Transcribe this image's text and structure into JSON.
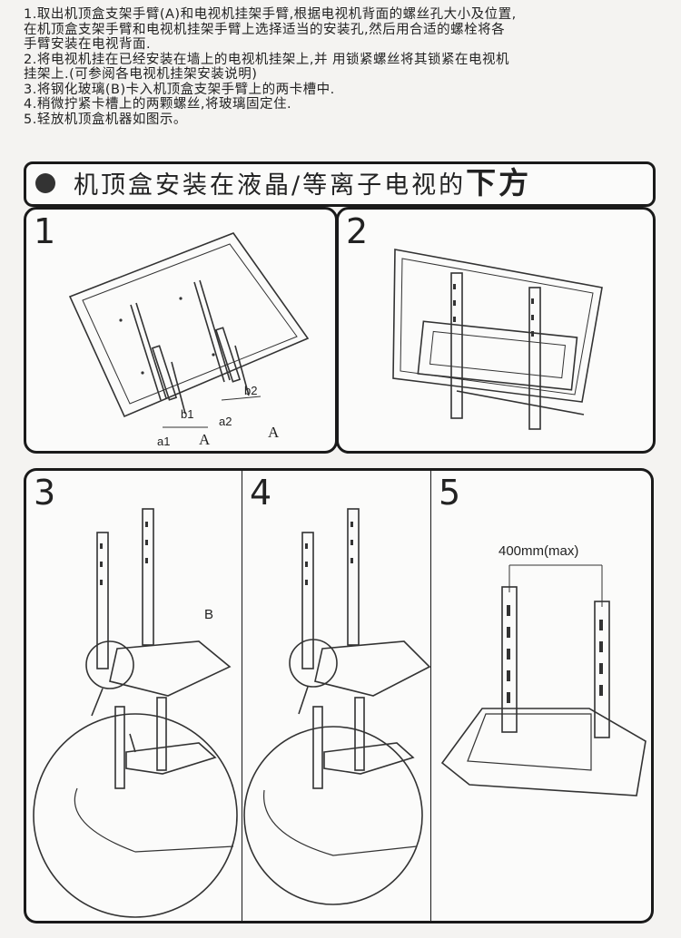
{
  "instructions": [
    "1.取出机顶盒支架手臂(A)和电视机挂架手臂,根据电视机背面的螺丝孔大小及位置,",
    "在机顶盒支架手臂和电视机挂架手臂上选择适当的安装孔,然后用合适的螺栓将各",
    "手臂安装在电视背面.",
    "2.将电视机挂在已经安装在墙上的电视机挂架上,并 用锁紧螺丝将其锁紧在电视机",
    "挂架上.(可参阅各电视机挂架安装说明)",
    "3.将钢化玻璃(B)卡入机顶盒支架手臂上的两卡槽中.",
    "4.稍微拧紧卡槽上的两颗螺丝,将玻璃固定住.",
    "5.轻放机顶盒机器如图示。"
  ],
  "banner": {
    "title": "机顶盒安装在液晶/等离子电视的",
    "title_emphasis": "下方"
  },
  "steps": [
    {
      "number": "1",
      "labels": {
        "b1": "b1",
        "b2": "b2",
        "a1": "a1",
        "a2": "a2",
        "arm_left": "A",
        "arm_right": "A"
      }
    },
    {
      "number": "2"
    },
    {
      "number": "3",
      "labels": {
        "glass": "B"
      }
    },
    {
      "number": "4"
    },
    {
      "number": "5",
      "labels": {
        "width": "400mm(max)"
      }
    }
  ]
}
